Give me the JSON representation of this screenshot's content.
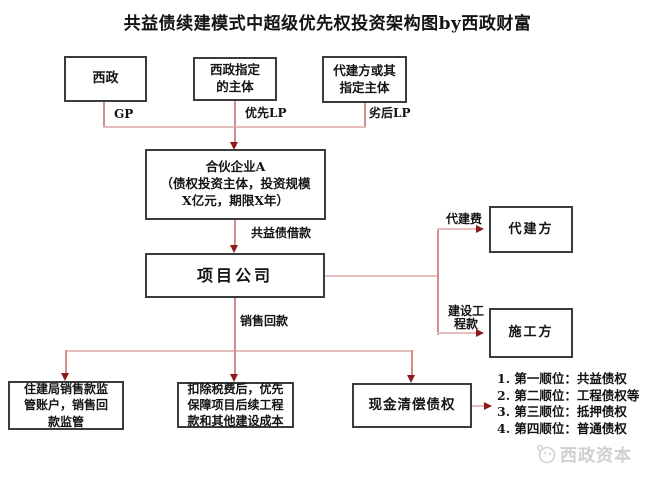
{
  "title": "共益债续建模式中超级优先权投资架构图by西政财富",
  "colors": {
    "line_h": "#e7bcbc",
    "line_v": "#cf8d8d",
    "arrow": "#8e1b1b",
    "box_border": "#3b3b3b"
  },
  "nodes": {
    "xizheng": "西政",
    "designated_entity": "西政指定\n的主体",
    "agent_or_designated": "代建方或其\n指定主体",
    "partnership": "合伙企业A\n（债权投资主体，投资规模\nX亿元，期限X年）",
    "project_company": "项目公司",
    "regulated_account": "住建局销售款监\n管账户，销售回\n款监管",
    "tax_priority": "扣除税费后，优先\n保障项目后续工程\n款和其他建设成本",
    "cash_settlement": "现金清偿债权",
    "agent": "代建方",
    "builder": "施工方"
  },
  "edge_labels": {
    "gp": "GP",
    "priority_lp": "优先LP",
    "subordinated_lp": "劣后LP",
    "mutual_benefit_loan": "共益债借款",
    "sales_proceeds": "销售回款",
    "agency_fee": "代建费",
    "construction_payment": "建设工\n程款"
  },
  "priority_order": [
    "1. 第一顺位：共益债权",
    "2. 第二顺位：工程债权等",
    "3. 第三顺位：抵押债权",
    "4. 第四顺位：普通债权"
  ],
  "watermark": "西政资本"
}
